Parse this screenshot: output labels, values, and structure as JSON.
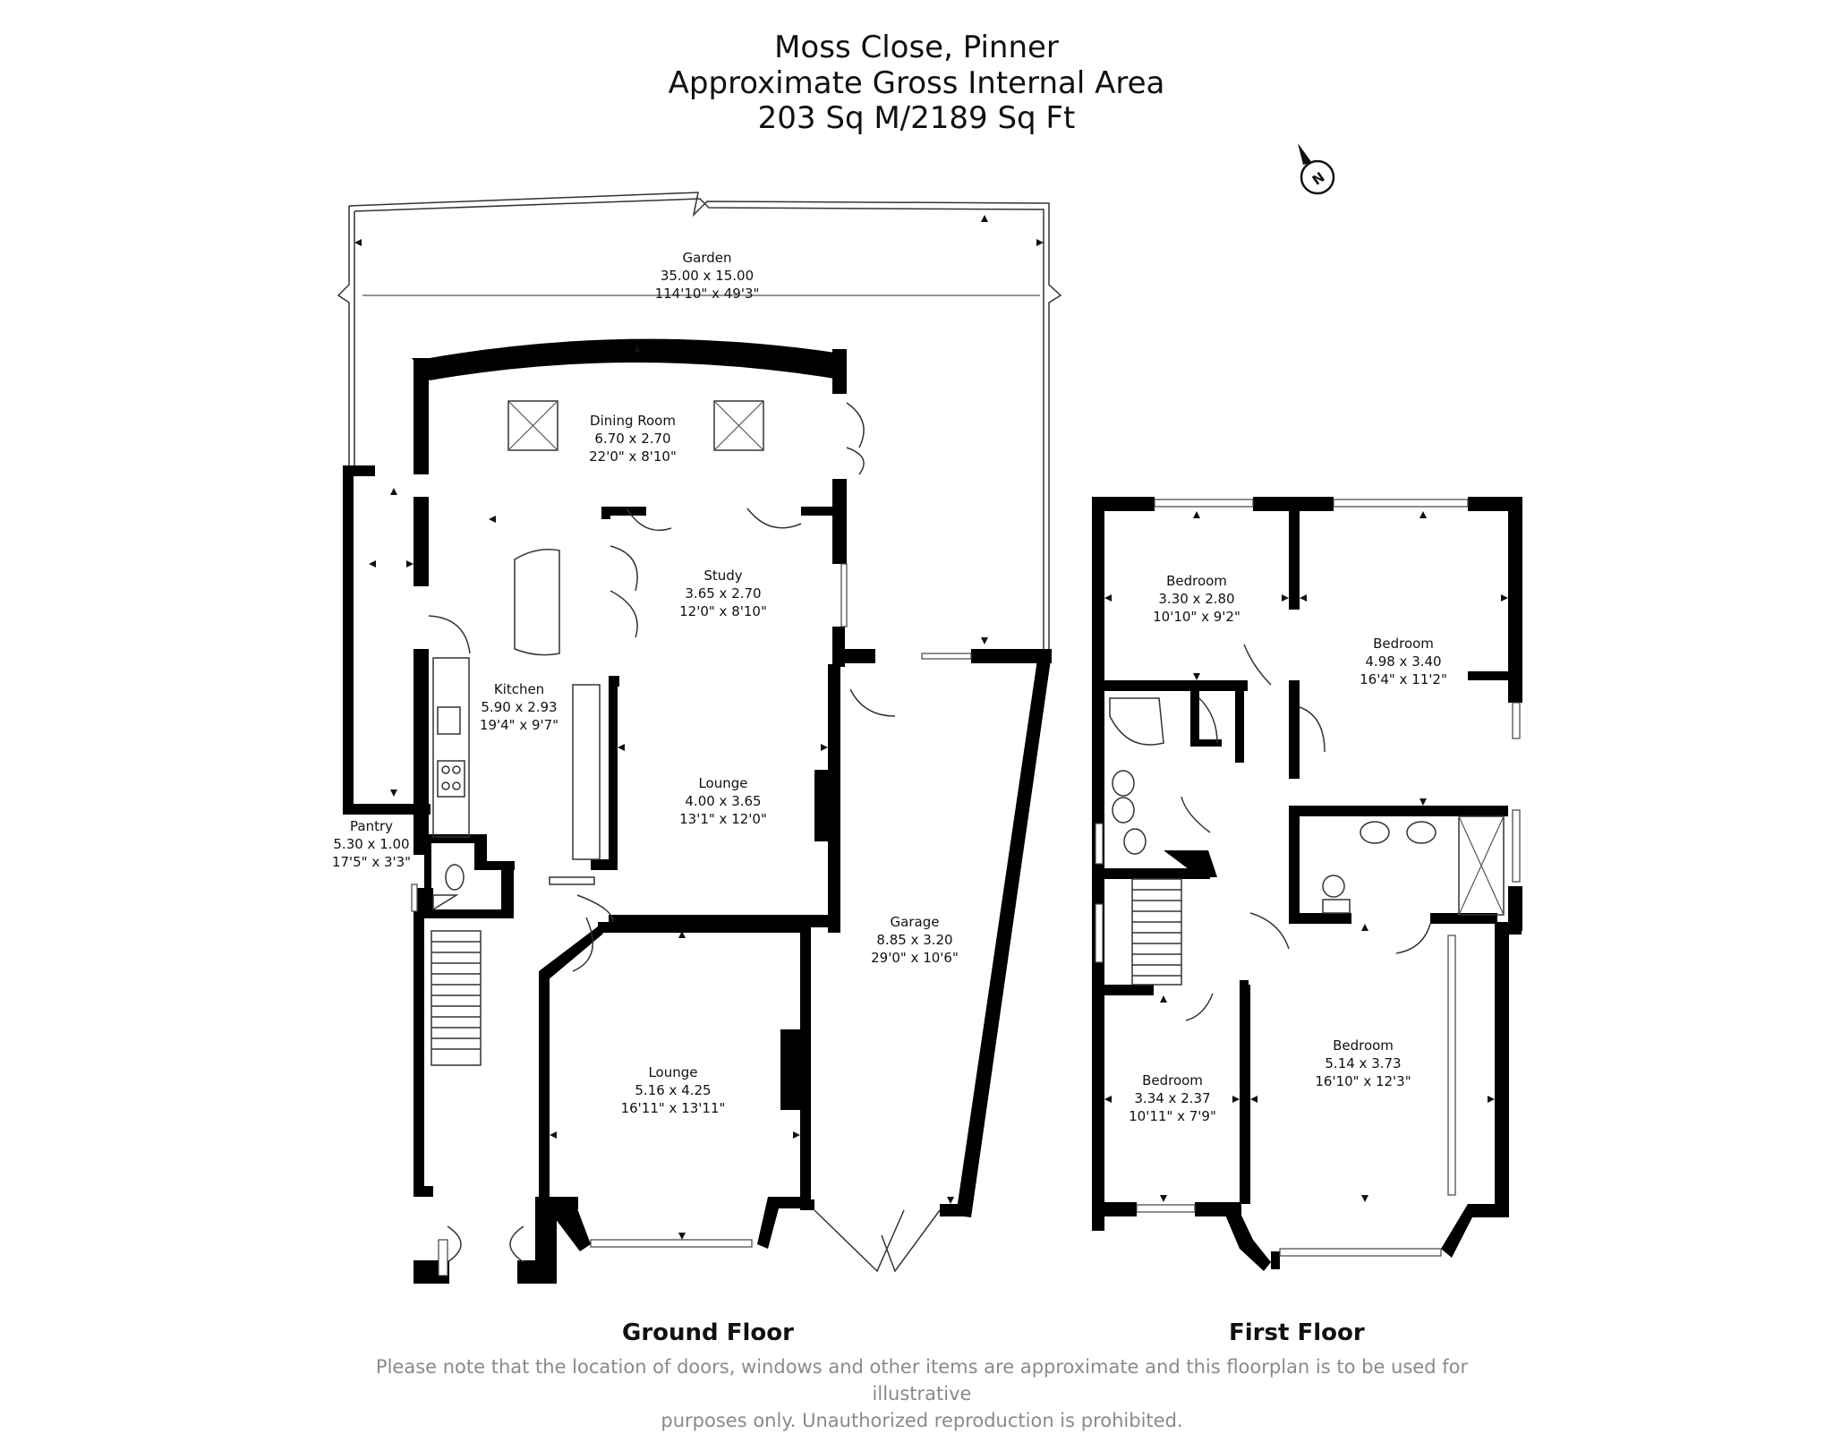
{
  "header": {
    "line1": "Moss Close, Pinner",
    "line2": "Approximate Gross Internal Area",
    "line3": "203 Sq M/2189 Sq Ft"
  },
  "compass": {
    "label": "N"
  },
  "ground_floor": {
    "label": "Ground Floor",
    "rooms": [
      {
        "name": "Garden",
        "metric": "35.00 x 15.00",
        "imperial": "114'10\" x 49'3\""
      },
      {
        "name": "Dining Room",
        "metric": "6.70 x 2.70",
        "imperial": "22'0\" x 8'10\""
      },
      {
        "name": "Study",
        "metric": "3.65 x 2.70",
        "imperial": "12'0\" x 8'10\""
      },
      {
        "name": "Kitchen",
        "metric": "5.90 x 2.93",
        "imperial": "19'4\" x 9'7\""
      },
      {
        "name": "Lounge",
        "metric": "4.00 x 3.65",
        "imperial": "13'1\" x 12'0\""
      },
      {
        "name": "Pantry",
        "metric": "5.30 x 1.00",
        "imperial": "17'5\" x 3'3\""
      },
      {
        "name": "Garage",
        "metric": "8.85 x 3.20",
        "imperial": "29'0\" x 10'6\""
      },
      {
        "name": "Lounge",
        "metric": "5.16 x 4.25",
        "imperial": "16'11\" x 13'11\""
      }
    ]
  },
  "first_floor": {
    "label": "First Floor",
    "rooms": [
      {
        "name": "Bedroom",
        "metric": "3.30 x 2.80",
        "imperial": "10'10\" x 9'2\""
      },
      {
        "name": "Bedroom",
        "metric": "4.98 x 3.40",
        "imperial": "16'4\" x 11'2\""
      },
      {
        "name": "Bedroom",
        "metric": "5.14 x 3.73",
        "imperial": "16'10\" x 12'3\""
      },
      {
        "name": "Bedroom",
        "metric": "3.34 x 2.37",
        "imperial": "10'11\" x 7'9\""
      }
    ]
  },
  "disclaimer": {
    "line1": "Please note that the location of doors, windows and other items are approximate and this floorplan is to be used for illustrative",
    "line2": "purposes only. Unauthorized reproduction is prohibited."
  }
}
